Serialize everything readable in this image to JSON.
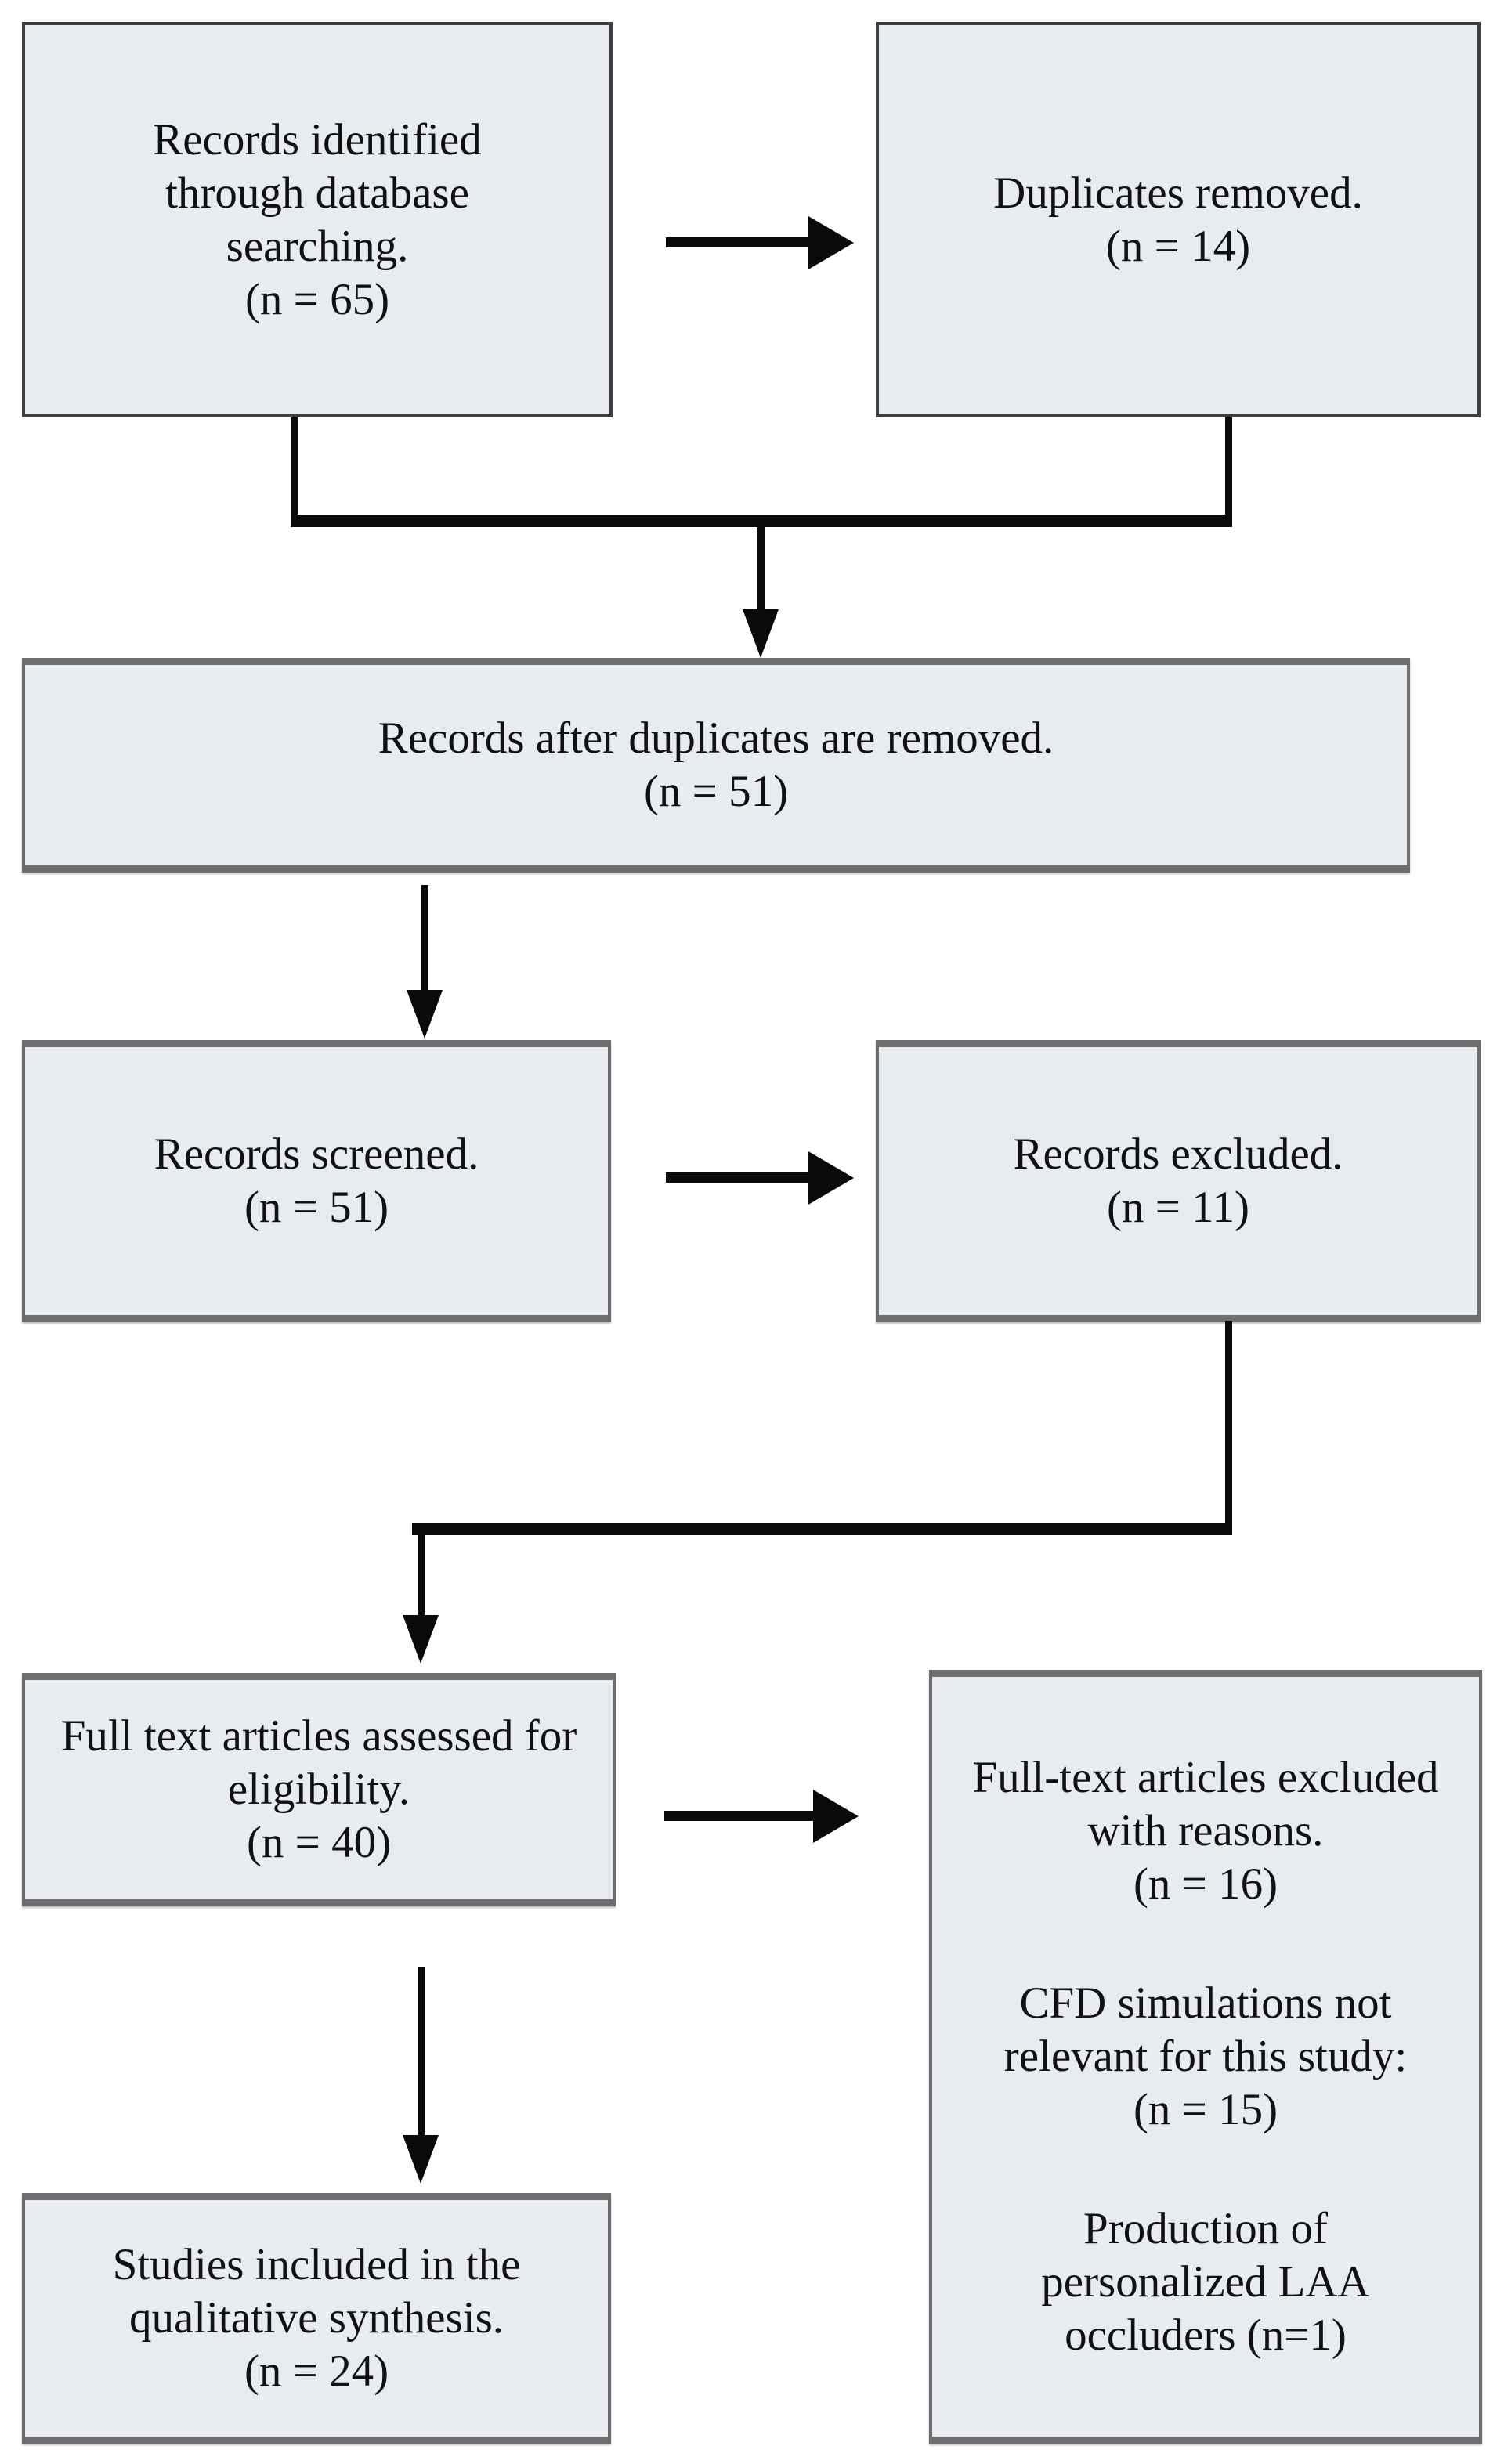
{
  "diagram_type": "prisma-flowchart",
  "colors": {
    "box_fill": "#e8ecf1",
    "box_border_dark": "#3f3f3f",
    "box_border_gray": "#6e6e6e",
    "connector": "#0a0a0a",
    "text": "#111111",
    "background": "#ffffff"
  },
  "boxes": {
    "identified": {
      "lines": [
        "Records identified",
        "through database",
        "searching.",
        "(n = 65)"
      ]
    },
    "duplicates": {
      "lines": [
        "Duplicates removed.",
        "(n = 14)"
      ]
    },
    "after_duplicates": {
      "lines": [
        "Records after duplicates are removed.",
        "(n = 51)"
      ]
    },
    "screened": {
      "lines": [
        "Records screened.",
        "(n = 51)"
      ]
    },
    "excluded": {
      "lines": [
        "Records excluded.",
        "(n = 11)"
      ]
    },
    "fulltext": {
      "lines": [
        "Full text articles assessed for",
        "eligibility.",
        "(n = 40)"
      ]
    },
    "fulltext_excluded": {
      "paragraphs": [
        {
          "lines": [
            "Full-text articles excluded",
            "with reasons.",
            "(n = 16)"
          ]
        },
        {
          "lines": [
            "CFD simulations not",
            "relevant for this study:",
            "(n = 15)"
          ]
        },
        {
          "lines": [
            "Production of",
            "personalized LAA",
            "occluders  (n=1)"
          ]
        }
      ]
    },
    "included": {
      "lines": [
        "Studies included in the",
        "qualitative synthesis.",
        "(n = 24)"
      ]
    }
  }
}
